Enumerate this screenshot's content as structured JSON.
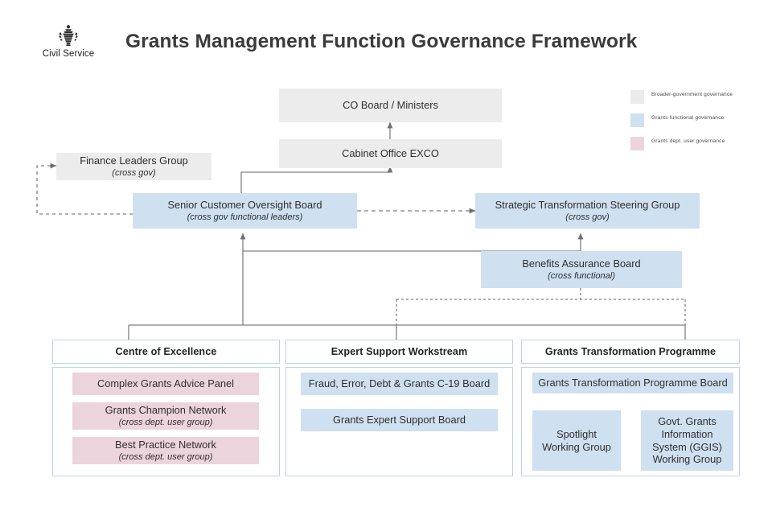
{
  "header": {
    "brand": "Civil Service",
    "crest_icon": "royal-crest-icon",
    "title": "Grants Management Function Governance Framework"
  },
  "legend": {
    "items": [
      {
        "swatch_name": "legend-swatch-grey",
        "color": "#ececec",
        "label": "Broader-government governance"
      },
      {
        "swatch_name": "legend-swatch-blue",
        "color": "#cfe0f0",
        "label": "Grants functional  governance"
      },
      {
        "swatch_name": "legend-swatch-pink",
        "color": "#ecd4dc",
        "label": "Grants dept. user governance"
      }
    ]
  },
  "colors": {
    "broader_government": "#ececec",
    "grants_functional": "#cfe0f0",
    "grants_dept_user": "#ecd4dc",
    "connector": "#808080",
    "frame": "#b9d3e8"
  },
  "nodes": {
    "co_board": {
      "label": "CO Board / Ministers",
      "sub": "",
      "category": "broader-government"
    },
    "cabinet_exco": {
      "label": "Cabinet Office EXCO",
      "sub": "",
      "category": "broader-government"
    },
    "finance_leaders": {
      "label": "Finance Leaders Group",
      "sub": "(cross gov)",
      "category": "broader-government"
    },
    "scob": {
      "label": "Senior Customer Oversight Board",
      "sub": "(cross gov functional leaders)",
      "category": "grants-functional"
    },
    "stsg": {
      "label": "Strategic Transformation Steering Group",
      "sub": "(cross gov)",
      "category": "grants-functional"
    },
    "bab": {
      "label": "Benefits Assurance Board",
      "sub": "(cross functional)",
      "category": "grants-functional"
    }
  },
  "columns": [
    {
      "key": "centre-of-excellence",
      "title": "Centre of Excellence",
      "items": [
        {
          "label": "Complex Grants Advice Panel",
          "sub": "",
          "category": "grants-dept-user"
        },
        {
          "label": "Grants Champion Network",
          "sub": "(cross dept. user group)",
          "category": "grants-dept-user"
        },
        {
          "label": "Best Practice Network",
          "sub": "(cross dept. user group)",
          "category": "grants-dept-user"
        }
      ]
    },
    {
      "key": "expert-support-workstream",
      "title": "Expert Support Workstream",
      "items": [
        {
          "label": "Fraud, Error, Debt & Grants C-19 Board",
          "sub": "",
          "category": "grants-functional"
        },
        {
          "label": "Grants Expert Support Board",
          "sub": "",
          "category": "grants-functional"
        }
      ]
    },
    {
      "key": "grants-transformation-programme",
      "title": "Grants Transformation Programme",
      "items": [
        {
          "label": "Grants Transformation Programme Board",
          "sub": "",
          "category": "grants-functional"
        },
        {
          "label": "Spotlight\nWorking Group",
          "sub": "",
          "category": "grants-functional"
        },
        {
          "label": "Govt.  Grants\nInformation\nSystem (GGIS)\nWorking Group",
          "sub": "",
          "category": "grants-functional"
        }
      ]
    }
  ]
}
